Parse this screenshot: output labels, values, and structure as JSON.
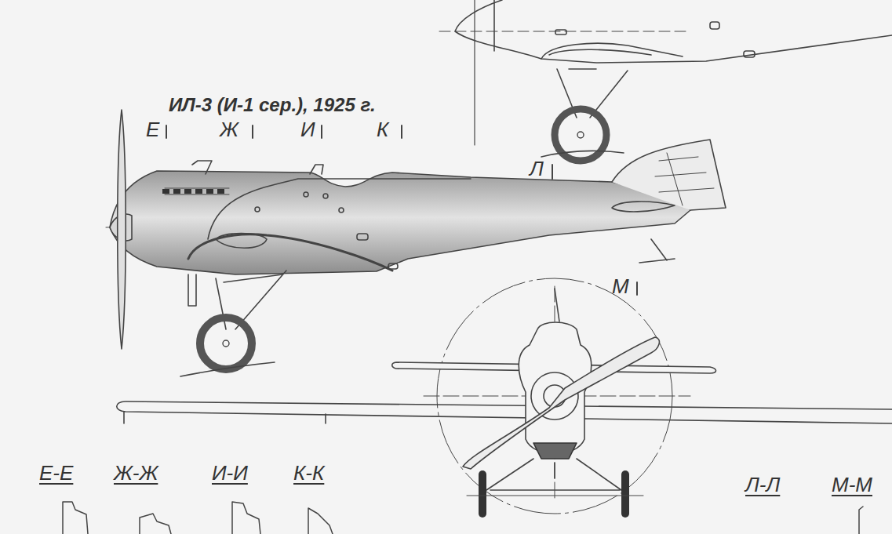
{
  "diagram": {
    "title": "ИЛ-3 (И-1 сер.), 1925 г.",
    "labels": [
      "Е",
      "Ж",
      "И",
      "К",
      "Л",
      "М",
      "Е-Е",
      "Ж-Ж",
      "И-И",
      "К-К",
      "Л-Л",
      "М-М"
    ]
  }
}
